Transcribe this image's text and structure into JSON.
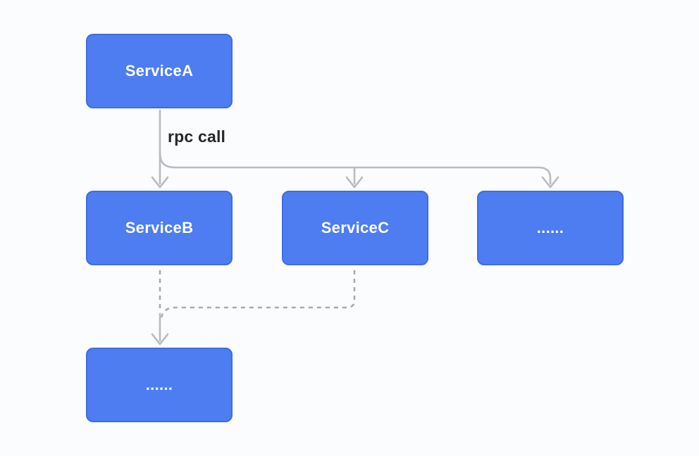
{
  "diagram": {
    "background": "#fbfcfd",
    "colors": {
      "node_fill": "#4d7df0",
      "node_border": "#3f6ce4",
      "node_text": "#ffffff",
      "solid_arrow": "#b8bbc0",
      "dashed_arrow": "#a9a9ad",
      "label_text": "#27272b"
    },
    "nodes": [
      {
        "id": "service-a",
        "label": "ServiceA"
      },
      {
        "id": "service-b",
        "label": "ServiceB"
      },
      {
        "id": "service-c",
        "label": "ServiceC"
      },
      {
        "id": "more-services",
        "label": "......"
      },
      {
        "id": "more-downstream",
        "label": "......"
      }
    ],
    "edges": [
      {
        "from": "service-a",
        "to": "service-b",
        "label": "rpc call",
        "style": "solid"
      },
      {
        "from": "service-a",
        "to": "service-c",
        "label": "",
        "style": "solid"
      },
      {
        "from": "service-a",
        "to": "more-services",
        "label": "",
        "style": "solid"
      },
      {
        "from": "service-b",
        "to": "more-downstream",
        "label": "",
        "style": "dashed"
      },
      {
        "from": "service-c",
        "to": "more-downstream",
        "label": "",
        "style": "dashed"
      }
    ],
    "edge_label": "rpc call"
  }
}
